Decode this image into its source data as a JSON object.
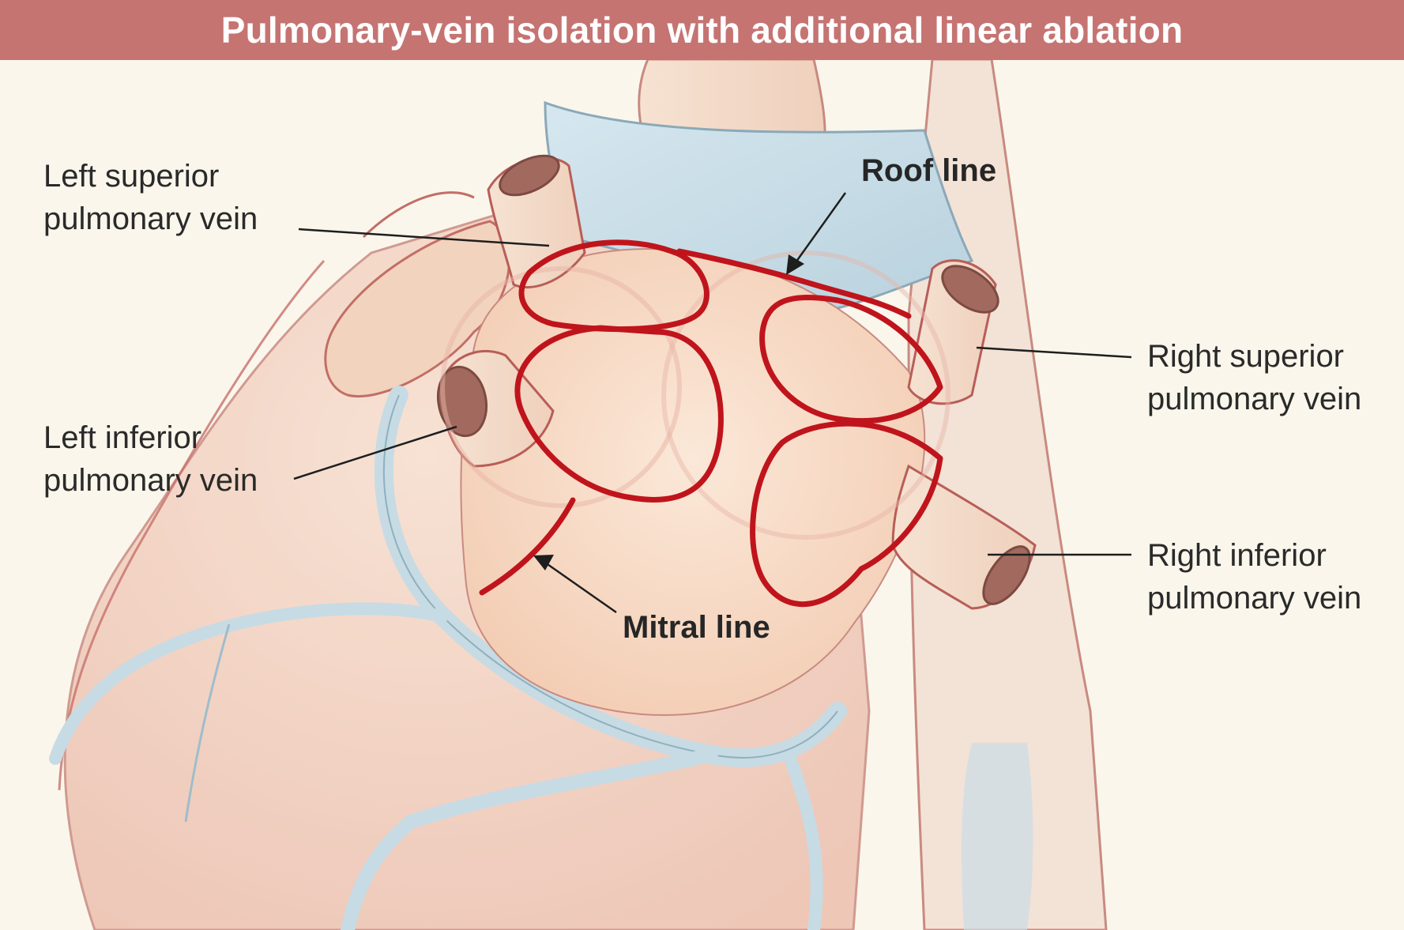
{
  "title": "Pulmonary-vein isolation with additional linear ablation",
  "labels": {
    "left_superior": [
      "Left superior",
      "pulmonary vein"
    ],
    "left_inferior": [
      "Left inferior",
      "pulmonary vein"
    ],
    "right_superior": [
      "Right superior",
      "pulmonary vein"
    ],
    "right_inferior": [
      "Right inferior",
      "pulmonary vein"
    ]
  },
  "callouts": {
    "roof_line": "Roof line",
    "mitral_line": "Mitral line"
  },
  "colors": {
    "title_bar": "#c57472",
    "background": "#faf6ec",
    "ablation_line": "#c0141c",
    "tissue": "#f7dcc6",
    "vessel_blue": "#cfe1ea",
    "outline_red": "#b54a46"
  }
}
